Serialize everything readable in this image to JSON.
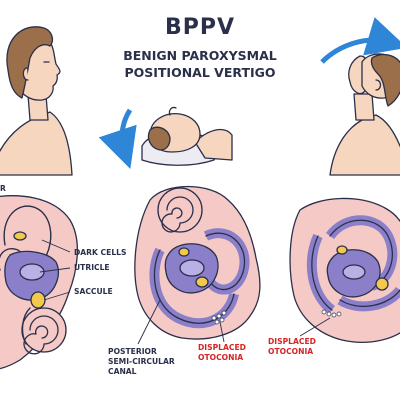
{
  "title": "BPPV",
  "subtitle_line1": "BENIGN PAROXYSMAL",
  "subtitle_line2": "POSITIONAL VERTIGO",
  "labels": {
    "partial_left": "R",
    "dark_cells": "DARK CELLS",
    "utricle": "UTRICLE",
    "saccule": "SACCULE",
    "posterior_1": "POSTERIOR",
    "posterior_2": "SEMI-CIRCULAR",
    "posterior_3": "CANAL",
    "displaced_center_1": "DISPLACED",
    "displaced_center_2": "OTOCONIA",
    "displaced_right_1": "DISPLACED",
    "displaced_right_2": "OTOCONIA"
  },
  "colors": {
    "ink": "#2a2f4a",
    "skin": "#f6d6bf",
    "hair": "#9a6f4a",
    "pillow": "#ececf2",
    "pink_bone": "#f4c9c6",
    "purple_canal": "#8a7fc8",
    "purple_light": "#b9b0e6",
    "yellow_spot": "#f2c94c",
    "arrow_blue": "#2f86d6",
    "red_label": "#d82323"
  },
  "icons": [
    "head-upright",
    "head-lying-down",
    "head-tilted-back",
    "rotation-arrow",
    "inner-ear-left",
    "inner-ear-center",
    "inner-ear-right",
    "otoconia-dots"
  ]
}
